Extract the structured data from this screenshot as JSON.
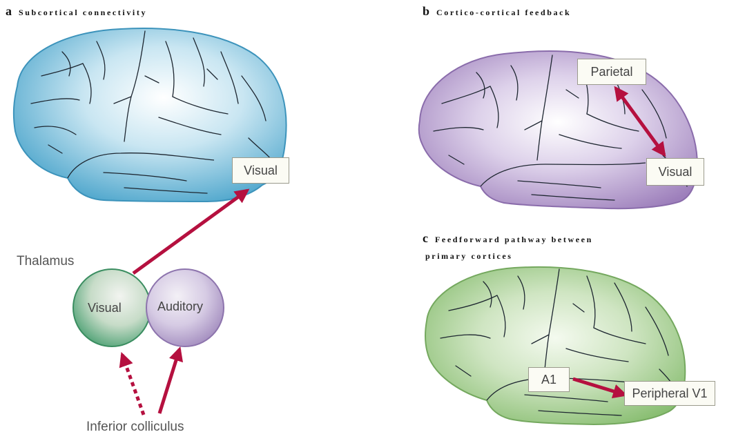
{
  "panel_a": {
    "letter": "a",
    "title": "Subcortical connectivity",
    "cortex_label": "Visual",
    "thalamus_label": "Thalamus",
    "thalamus_visual": "Visual",
    "thalamus_auditory": "Auditory",
    "source_label": "Inferior colliculus"
  },
  "panel_b": {
    "letter": "b",
    "title": "Cortico-cortical feedback",
    "upper_label": "Parietal",
    "lower_label": "Visual"
  },
  "panel_c": {
    "letter": "c",
    "title_line1": "Feedforward pathway between",
    "title_line2": "primary cortices",
    "source_label": "A1",
    "target_label": "Peripheral V1"
  },
  "colors": {
    "arrow": "#b5103f",
    "brain_blue": "#55a8cc",
    "brain_purple": "#a78ac0",
    "brain_green": "#8fc07a",
    "sulci": "#1d2630"
  }
}
